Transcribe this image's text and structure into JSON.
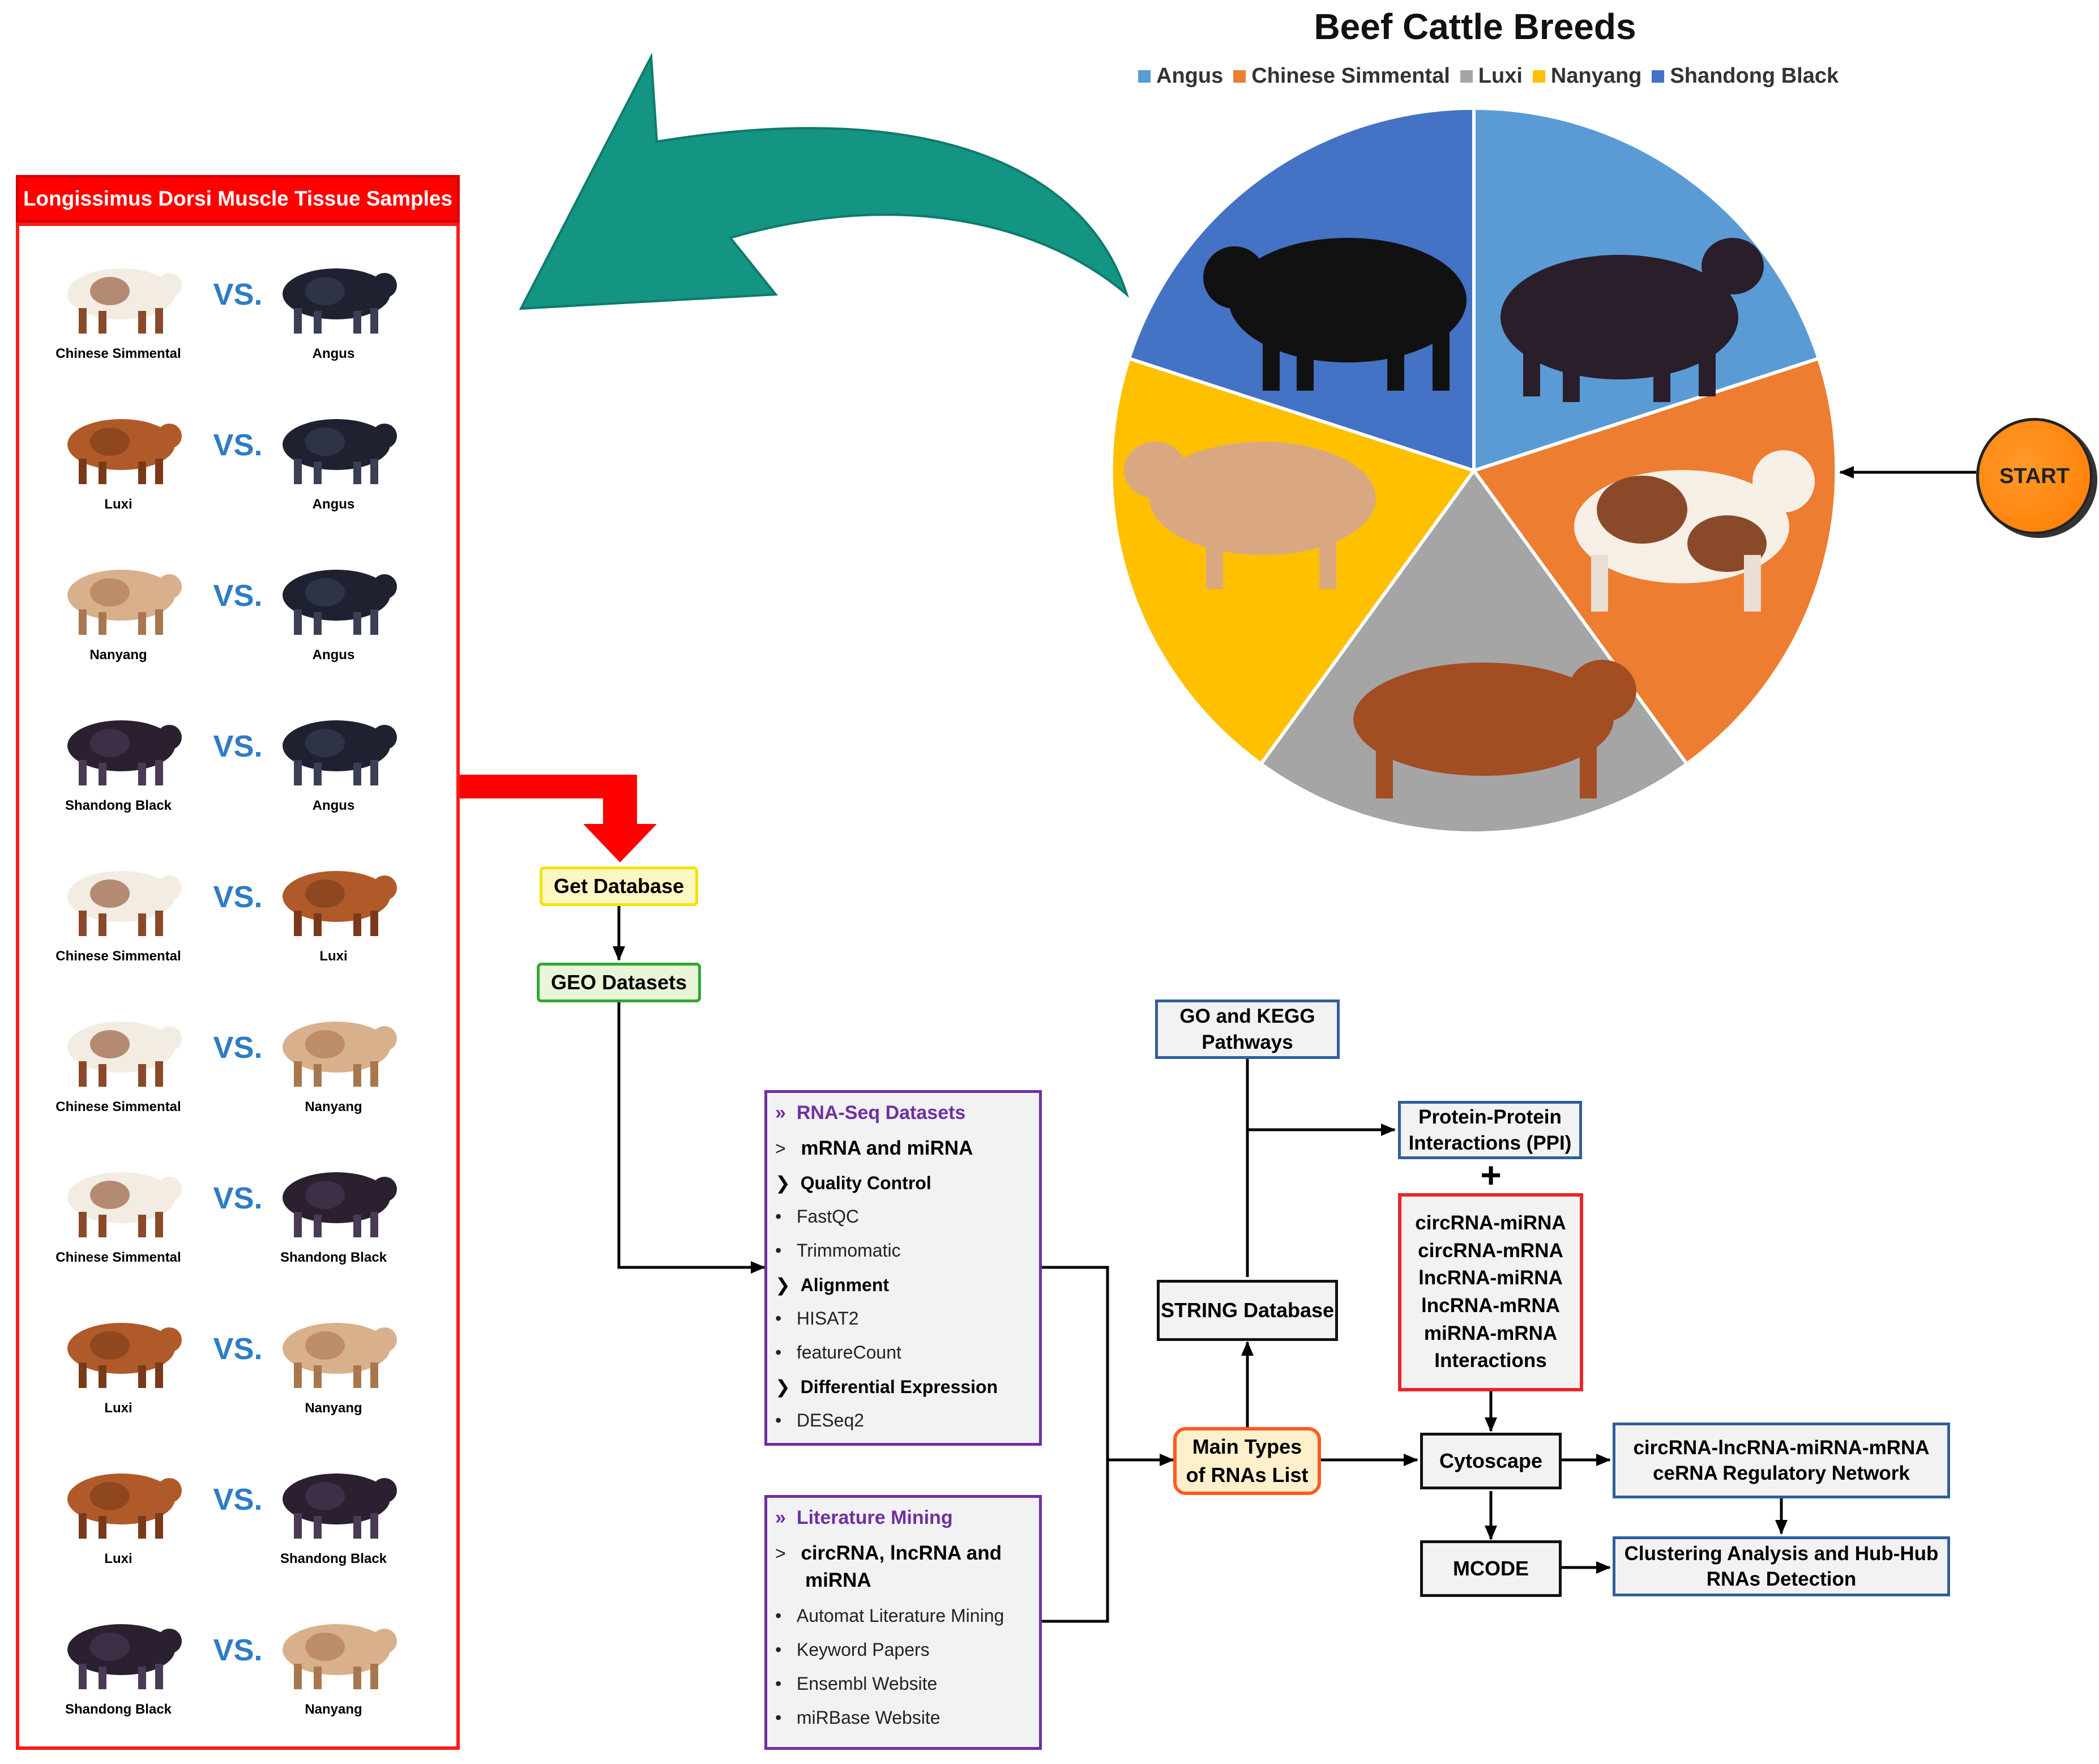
{
  "pie": {
    "title": "Beef Cattle Breeds",
    "legend": [
      {
        "label": "Angus",
        "color": "#5b9bd5"
      },
      {
        "label": "Chinese Simmental",
        "color": "#ed7d31"
      },
      {
        "label": "Luxi",
        "color": "#a5a5a5"
      },
      {
        "label": "Nanyang",
        "color": "#ffc000"
      },
      {
        "label": "Shandong Black",
        "color": "#4472c4"
      }
    ]
  },
  "start_label": "START",
  "samples": {
    "header": "Longissimus Dorsi Muscle Tissue Samples",
    "vs_label": "VS.",
    "pairs": [
      {
        "left": "Chinese Simmental",
        "right": "Angus"
      },
      {
        "left": "Luxi",
        "right": "Angus"
      },
      {
        "left": "Nanyang",
        "right": "Angus"
      },
      {
        "left": "Shandong Black",
        "right": "Angus"
      },
      {
        "left": "Chinese Simmental",
        "right": "Luxi"
      },
      {
        "left": "Chinese Simmental",
        "right": "Nanyang"
      },
      {
        "left": "Chinese Simmental",
        "right": "Shandong Black"
      },
      {
        "left": "Luxi",
        "right": "Nanyang"
      },
      {
        "left": "Luxi",
        "right": "Shandong Black"
      },
      {
        "left": "Shandong Black",
        "right": "Nanyang"
      }
    ]
  },
  "flow": {
    "get_database": "Get Database",
    "geo_datasets": "GEO Datasets",
    "rnaseq": {
      "head": "RNA-Seq Datasets",
      "sub": "mRNA and miRNA",
      "qc": "Quality Control",
      "fastqc": "FastQC",
      "trimmomatic": "Trimmomatic",
      "alignment": "Alignment",
      "hisat2": "HISAT2",
      "featurecount": "featureCount",
      "de": "Differential Expression",
      "deseq2": "DESeq2"
    },
    "literature": {
      "head": "Literature Mining",
      "sub1": "circRNA, lncRNA and",
      "sub2": "miRNA",
      "item1": "Automat Literature Mining",
      "item2": "Keyword Papers",
      "item3": "Ensembl Website",
      "item4": "miRBase Website"
    },
    "main_types_1": "Main Types",
    "main_types_2": "of RNAs List",
    "string_db": "STRING Database",
    "go_kegg_1": "GO and KEGG",
    "go_kegg_2": "Pathways",
    "ppi_1": "Protein-Protein",
    "ppi_2": "Interactions (PPI)",
    "plus": "+",
    "interactions": [
      "circRNA-miRNA",
      "circRNA-mRNA",
      "lncRNA-miRNA",
      "lncRNA-mRNA",
      "miRNA-mRNA",
      "Interactions"
    ],
    "cytoscape": "Cytoscape",
    "mcode": "MCODE",
    "cerna_1": "circRNA-lncRNA-miRNA-mRNA",
    "cerna_2": "ceRNA Regulatory Network",
    "cluster_1": "Clustering Analysis and Hub-Hub",
    "cluster_2": "RNAs Detection"
  }
}
